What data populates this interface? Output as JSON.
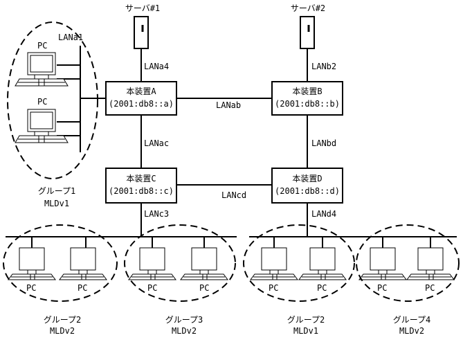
{
  "servers": {
    "server1": "サーバ#1",
    "server2": "サーバ#2"
  },
  "devices": {
    "A": {
      "name": "本装置A",
      "address": "(2001:db8::a)"
    },
    "B": {
      "name": "本装置B",
      "address": "(2001:db8::b)"
    },
    "C": {
      "name": "本装置C",
      "address": "(2001:db8::c)"
    },
    "D": {
      "name": "本装置D",
      "address": "(2001:db8::d)"
    }
  },
  "lans": {
    "a1": "LANa1",
    "a4": "LANa4",
    "b2": "LANb2",
    "ab": "LANab",
    "ac": "LANac",
    "bd": "LANbd",
    "cd": "LANcd",
    "c3": "LANc3",
    "d4": "LANd4"
  },
  "pc_label": "PC",
  "groups": {
    "g1": {
      "name": "グループ1",
      "mld": "MLDv1"
    },
    "g2left": {
      "name": "グループ2",
      "mld": "MLDv2"
    },
    "g3": {
      "name": "グループ3",
      "mld": "MLDv2"
    },
    "g2right": {
      "name": "グループ2",
      "mld": "MLDv1"
    },
    "g4": {
      "name": "グループ4",
      "mld": "MLDv2"
    }
  }
}
